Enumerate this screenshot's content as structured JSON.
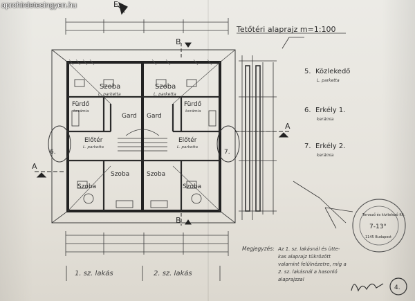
{
  "watermark": "aprohirdetesingyen.hu",
  "title": "Tetőtéri alaprajz m=1:100",
  "section_marks": {
    "top": "E",
    "b_top": "B",
    "b_bottom": "B",
    "a_left": "A",
    "a_right": "A"
  },
  "rooms": {
    "szoba_tl": "Szoba",
    "szoba_tl_sub": "L. parketta",
    "szoba_tr": "Szoba",
    "szoba_tr_sub": "L. parketta",
    "furdo_l": "Fürdő",
    "furdo_l_sub": "kerámia",
    "furdo_r": "Fürdő",
    "furdo_r_sub": "kerámia",
    "gard_l": "Gard",
    "gard_r": "Gard",
    "eloter_l": "Előtér",
    "eloter_l_sub": "L. parketta",
    "eloter_r": "Előtér",
    "eloter_r_sub": "L. parketta",
    "szoba_bl_in": "Szoba",
    "szoba_bl_out": "Szoba",
    "szoba_br_in": "Szoba",
    "szoba_br_out": "Szoba"
  },
  "room_numbers": [
    "6.",
    "7."
  ],
  "legend": [
    {
      "num": "5.",
      "label": "Közlekedő",
      "sub": "L. parketta"
    },
    {
      "num": "6.",
      "label": "Erkély 1.",
      "sub": "kerámia"
    },
    {
      "num": "7.",
      "label": "Erkély 2.",
      "sub": "kerámia"
    }
  ],
  "units": {
    "left": "1. sz. lakás",
    "right": "2. sz. lakás"
  },
  "note_label": "Megjegyzés:",
  "note_lines": [
    "Az 1. sz. lakásnál és ütte-",
    "kas alaprajz tükrözött",
    "valamint felülnézetre, míg a",
    "2. sz. lakásnál a hasonló",
    "alaprajzzal"
  ],
  "stamp": {
    "line1": "Tervező és kivitelező Kft.",
    "line2": "7-13°",
    "line3": "1145 Budapest"
  },
  "page_number": "4.",
  "colors": {
    "ink": "#2b2b2b",
    "paper": "#e9e6df"
  }
}
